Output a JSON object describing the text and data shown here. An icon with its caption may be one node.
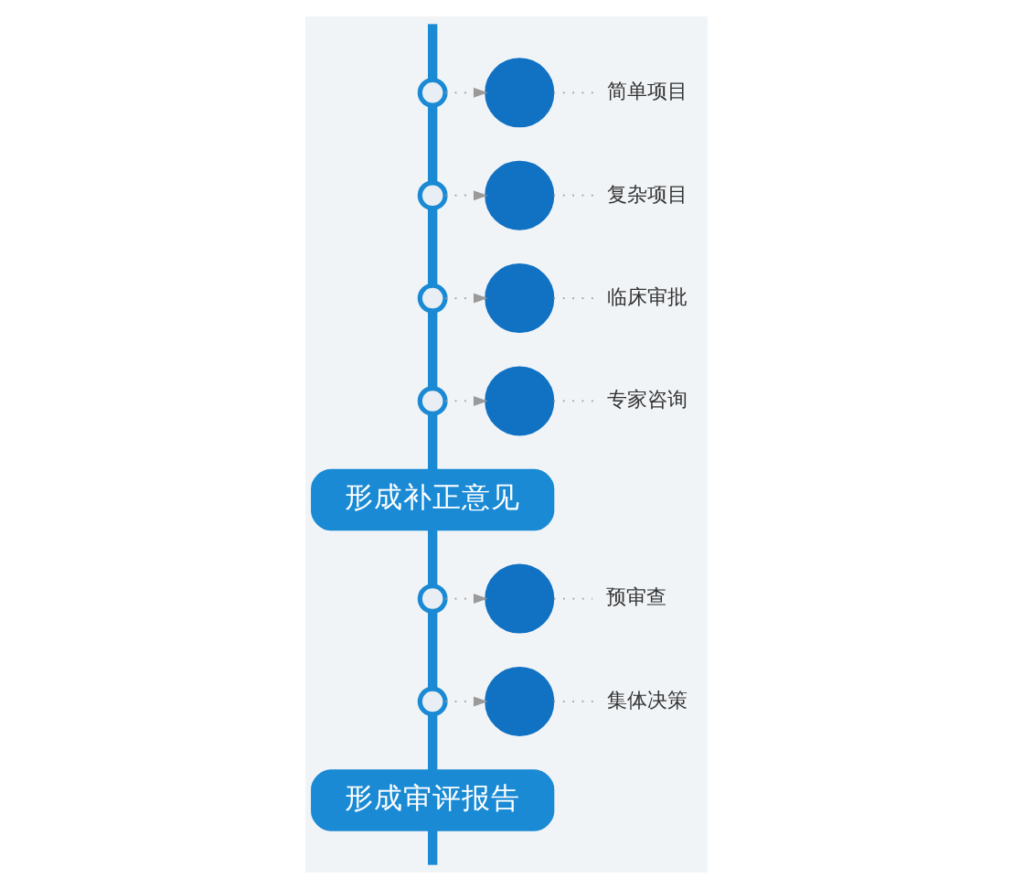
{
  "diagram": {
    "nodes": [
      {
        "text": [],
        "shape": "circle"
      },
      {
        "text": [],
        "shape": "drop"
      },
      {
        "text": [
          "简单项目"
        ]
      },
      {
        "text": [
          "复杂项目"
        ]
      },
      {
        "text": [],
        "shape": "drop"
      },
      {
        "text": [],
        "shape": "circle"
      },
      {
        "text": [],
        "shape": "circle"
      },
      {
        "text": [],
        "shape": "drop"
      },
      {
        "text": [
          "临床审批"
        ]
      },
      {
        "text": [
          "专家咨询"
        ]
      },
      {
        "text": [],
        "shape": "drop"
      },
      {
        "text": [],
        "shape": "circle"
      },
      {
        "text": [
          "形成补正意见"
        ]
      },
      {
        "text": [
          "预审查"
        ]
      },
      {
        "text": [],
        "shape": "drop"
      },
      {
        "text": [],
        "shape": "circle"
      },
      {
        "text": [],
        "shape": "circle"
      },
      {
        "text": [],
        "shape": "drop"
      },
      {
        "text": [
          "集体决策"
        ]
      },
      {
        "text": [
          "形成审评报告"
        ]
      }
    ],
    "edges": [
      {
        "from": null,
        "to": 0,
        "arrow": "none",
        "style": "thick",
        "color": "#1a8ad4"
      },
      {
        "from": 0,
        "to": 5,
        "arrow": "none",
        "style": "thick",
        "color": "#1a8ad4"
      },
      {
        "from": 5,
        "to": 6,
        "arrow": "none",
        "style": "thick",
        "color": "#1a8ad4"
      },
      {
        "from": 6,
        "to": 11,
        "arrow": "none",
        "style": "thick",
        "color": "#1a8ad4"
      },
      {
        "from": 11,
        "to": 12,
        "arrow": "none",
        "style": "thick",
        "color": "#1a8ad4"
      },
      {
        "from": 12,
        "to": 15,
        "arrow": "none",
        "style": "thick",
        "color": "#1a8ad4"
      },
      {
        "from": 15,
        "to": 16,
        "arrow": "none",
        "style": "thick",
        "color": "#1a8ad4"
      },
      {
        "from": 16,
        "to": 19,
        "arrow": "none",
        "style": "thick",
        "color": "#1a8ad4"
      },
      {
        "from": 19,
        "to": null,
        "arrow": "none",
        "style": "thick",
        "color": "#1a8ad4"
      },
      {
        "from": 0,
        "to": 1,
        "arrow": "to",
        "style": "dashed"
      },
      {
        "from": 1,
        "to": 2,
        "arrow": "none",
        "style": "dashed"
      },
      {
        "from": 5,
        "to": 4,
        "arrow": "to",
        "style": "dashed"
      },
      {
        "from": 4,
        "to": 3,
        "arrow": "none",
        "style": "dashed"
      },
      {
        "from": 6,
        "to": 7,
        "arrow": "to",
        "style": "dashed"
      },
      {
        "from": 7,
        "to": 8,
        "arrow": "none",
        "style": "dashed"
      },
      {
        "from": 11,
        "to": 10,
        "arrow": "to",
        "style": "dashed"
      },
      {
        "from": 10,
        "to": 9,
        "arrow": "none",
        "style": "dashed"
      },
      {
        "from": 15,
        "to": 14,
        "arrow": "to",
        "style": "dashed"
      },
      {
        "from": 14,
        "to": 13,
        "arrow": "none",
        "style": "dashed"
      },
      {
        "from": 16,
        "to": 17,
        "arrow": "to",
        "style": "dashed"
      },
      {
        "from": 17,
        "to": 18,
        "arrow": "none",
        "style": "dashed"
      }
    ]
  }
}
